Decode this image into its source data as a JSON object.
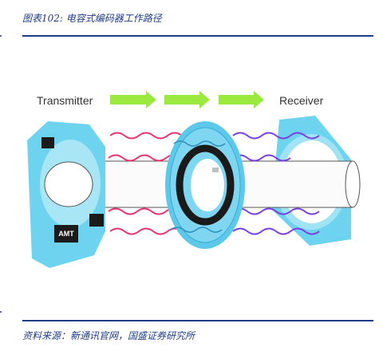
{
  "figure": {
    "caption": "图表102:  电容式编码器工作路径",
    "source": "资料来源：新通讯官网，国盛证券研究所"
  },
  "diagram": {
    "transmitter_label": "Transmitter",
    "receiver_label": "Receiver",
    "chip_label": "AMT",
    "colors": {
      "accent_blue": "#1f3c88",
      "arrow_green": "#9be83f",
      "panel_cyan": "#6dd3ef",
      "wave_red": "#e8336e",
      "wave_purple": "#7a3fe0",
      "rotor_ring": "#1a1a1a"
    }
  }
}
